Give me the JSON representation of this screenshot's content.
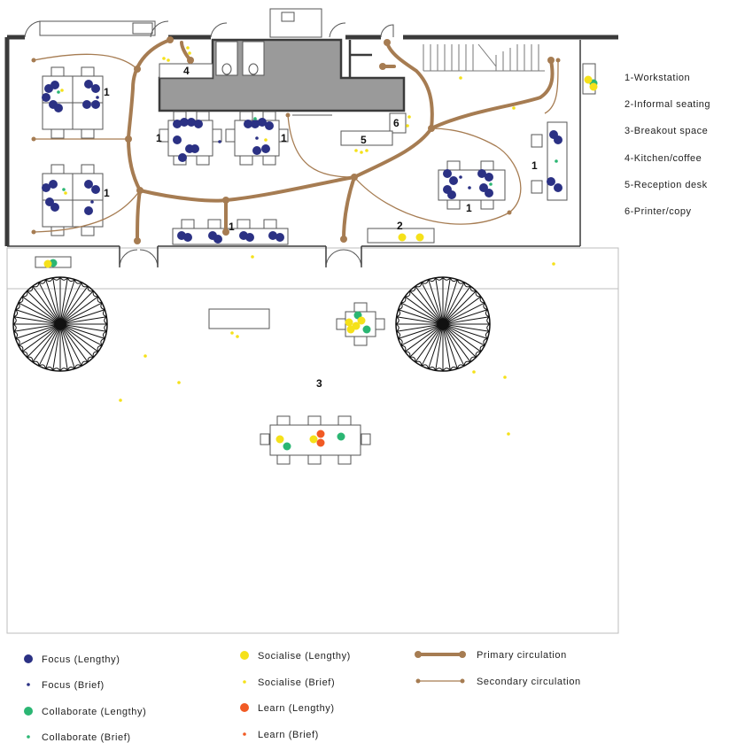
{
  "key": [
    {
      "id": "1",
      "text": "1-Workstation"
    },
    {
      "id": "2",
      "text": "2-Informal seating"
    },
    {
      "id": "3",
      "text": "3-Breakout space"
    },
    {
      "id": "4",
      "text": "4-Kitchen/coffee"
    },
    {
      "id": "5",
      "text": "5-Reception desk"
    },
    {
      "id": "6",
      "text": "6-Printer/copy"
    }
  ],
  "area_labels": [
    "1",
    "1",
    "1",
    "1",
    "1",
    "1",
    "1",
    "2",
    "3",
    "4",
    "5",
    "6"
  ],
  "legend": {
    "focus_lengthy": "Focus (Lengthy)",
    "focus_brief": "Focus (Brief)",
    "collaborate_lengthy": "Collaborate (Lengthy)",
    "collaborate_brief": "Collaborate (Brief)",
    "socialise_lengthy": "Socialise (Lengthy)",
    "socialise_brief": "Socialise (Brief)",
    "learn_lengthy": "Learn (Lengthy)",
    "learn_brief": "Learn (Brief)",
    "primary_circulation": "Primary circulation",
    "secondary_circulation": "Secondary circulation"
  },
  "colors": {
    "focus": "#2b3184",
    "collaborate": "#2bb673",
    "socialise": "#f5e11a",
    "learn": "#f15a24",
    "circulation": "#a67c52",
    "core": "#9a9a9a",
    "wall": "#3a3a3a"
  }
}
